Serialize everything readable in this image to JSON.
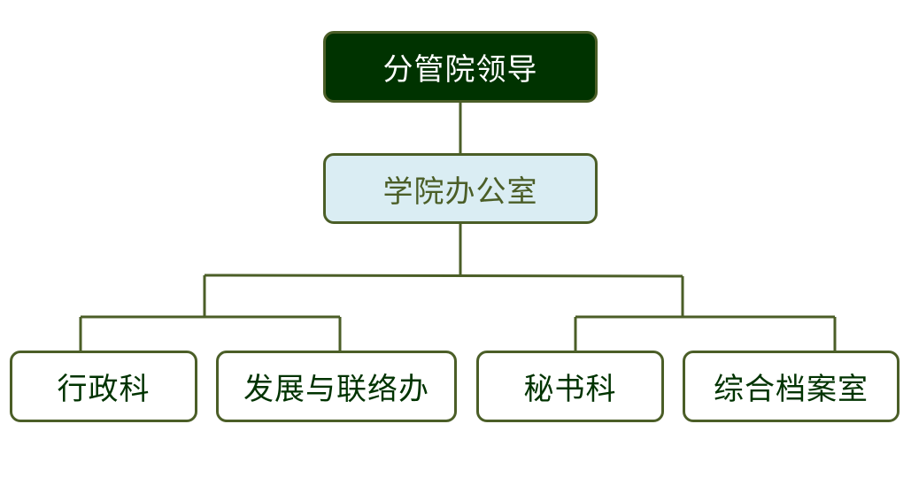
{
  "colors": {
    "border": "#4b5e27",
    "top_fill": "#003300",
    "top_text": "#ffffff",
    "mid_fill": "#daedf3",
    "mid_text": "#4b5e27",
    "leaf_fill": "#ffffff",
    "leaf_text": "#003300"
  },
  "org_chart": {
    "top": {
      "label": "分管院领导"
    },
    "middle": {
      "label": "学院办公室"
    },
    "leaves": [
      {
        "label": "行政科"
      },
      {
        "label": "发展与联络办"
      },
      {
        "label": "秘书科"
      },
      {
        "label": "综合档案室"
      }
    ]
  }
}
